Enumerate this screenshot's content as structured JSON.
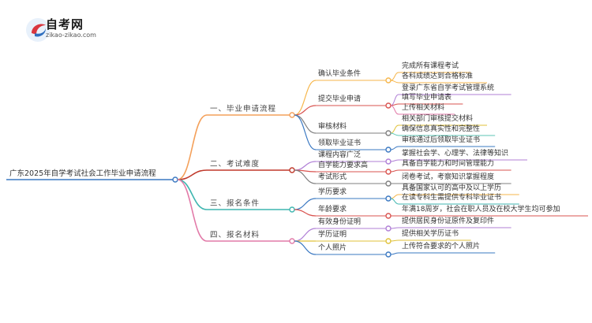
{
  "logo": {
    "title": "自考网",
    "subtitle": "zikao-zikao.com",
    "icon": "zikao-logo-icon"
  },
  "root": {
    "label": "广东2025年自学考试社会工作毕业申请流程"
  },
  "branches": [
    {
      "label": "一、毕业申请流程",
      "color": "#f4a05a",
      "children": [
        {
          "label": "确认毕业条件",
          "color": "#f6b64b",
          "children": [
            {
              "label": "完成所有课程考试",
              "color": "#f6b64b"
            },
            {
              "label": "各科成绩达到合格标准",
              "color": "#f6b64b"
            }
          ]
        },
        {
          "label": "提交毕业申请",
          "color": "#d9534f",
          "children": [
            {
              "label": "登录广东省自学考试管理系统",
              "color": "#b07fd6"
            },
            {
              "label": "填写毕业申请表",
              "color": "#d9534f"
            },
            {
              "label": "上传相关材料",
              "color": "#e27aa8"
            }
          ]
        },
        {
          "label": "审核材料",
          "color": "#7f7f7f",
          "children": [
            {
              "label": "相关部门审核提交材料",
              "color": "#e0c23a"
            },
            {
              "label": "确保信息真实性和完整性",
              "color": "#5cc6b4"
            }
          ]
        },
        {
          "label": "领取毕业证书",
          "color": "#3a78c2",
          "children": [
            {
              "label": "审核通过后领取毕业证书",
              "color": "#3a78c2"
            }
          ]
        }
      ]
    },
    {
      "label": "二、考试难度",
      "color": "#c0392b",
      "children": [
        {
          "label": "课程内容广泛",
          "color": "#b07fd6",
          "children": [
            {
              "label": "掌握社会学、心理学、法律等知识",
              "color": "#b07fd6"
            }
          ]
        },
        {
          "label": "自学能力要求高",
          "color": "#d9534f",
          "children": [
            {
              "label": "具备自学能力和时间管理能力",
              "color": "#d9534f"
            }
          ]
        },
        {
          "label": "考试形式",
          "color": "#7f7f7f",
          "children": [
            {
              "label": "闭卷考试，考察知识掌握程度",
              "color": "#7f7f7f"
            }
          ]
        }
      ]
    },
    {
      "label": "三、报名条件",
      "color": "#3fb6b0",
      "children": [
        {
          "label": "学历要求",
          "color": "#3a78c2",
          "children": [
            {
              "label": "具备国家认可的高中及以上学历",
              "color": "#f6b64b"
            },
            {
              "label": "在读专科生需提供专科毕业证书",
              "color": "#3fb6b0"
            }
          ]
        },
        {
          "label": "年龄要求",
          "color": "#d9534f",
          "children": [
            {
              "label": "年满18周岁，社会在职人员及在校大学生均可参加",
              "color": "#d9534f"
            }
          ]
        }
      ]
    },
    {
      "label": "四、报名材料",
      "color": "#e27aa8",
      "children": [
        {
          "label": "有效身份证明",
          "color": "#b07fd6",
          "children": [
            {
              "label": "提供居民身份证原件及复印件",
              "color": "#b07fd6"
            }
          ]
        },
        {
          "label": "学历证明",
          "color": "#e0c23a",
          "children": [
            {
              "label": "提供相关学历证书",
              "color": "#e0c23a"
            }
          ]
        },
        {
          "label": "个人照片",
          "color": "#3a78c2",
          "children": [
            {
              "label": "上传符合要求的个人照片",
              "color": "#3a78c2"
            }
          ]
        }
      ]
    }
  ]
}
